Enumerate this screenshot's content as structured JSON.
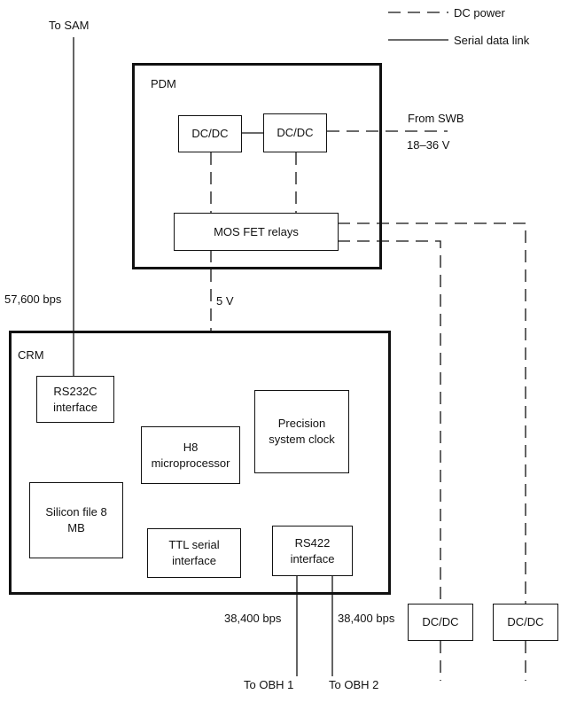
{
  "legend": {
    "dc_power": "DC power",
    "serial_data_link": "Serial data link"
  },
  "pdm": {
    "title": "PDM",
    "dcdc_left": "DC/DC",
    "dcdc_right": "DC/DC",
    "relays": "MOS FET relays",
    "from_swb": "From SWB",
    "voltage_range": "18–36 V"
  },
  "crm": {
    "title": "CRM",
    "rs232c": "RS232C interface",
    "h8": "H8 microprocessor",
    "precision_clock": "Precision system clock",
    "silicon_file": "Silicon file 8 MB",
    "ttl_serial": "TTL serial interface",
    "rs422": "RS422 interface"
  },
  "links": {
    "to_sam": "To SAM",
    "rate_sam": "57,600 bps",
    "five_volt": "5 V",
    "rate_obh1": "38,400 bps",
    "rate_obh2": "38,400 bps",
    "to_obh1": "To OBH 1",
    "to_obh2": "To OBH 2"
  },
  "external": {
    "dcdc_a": "DC/DC",
    "dcdc_b": "DC/DC"
  }
}
